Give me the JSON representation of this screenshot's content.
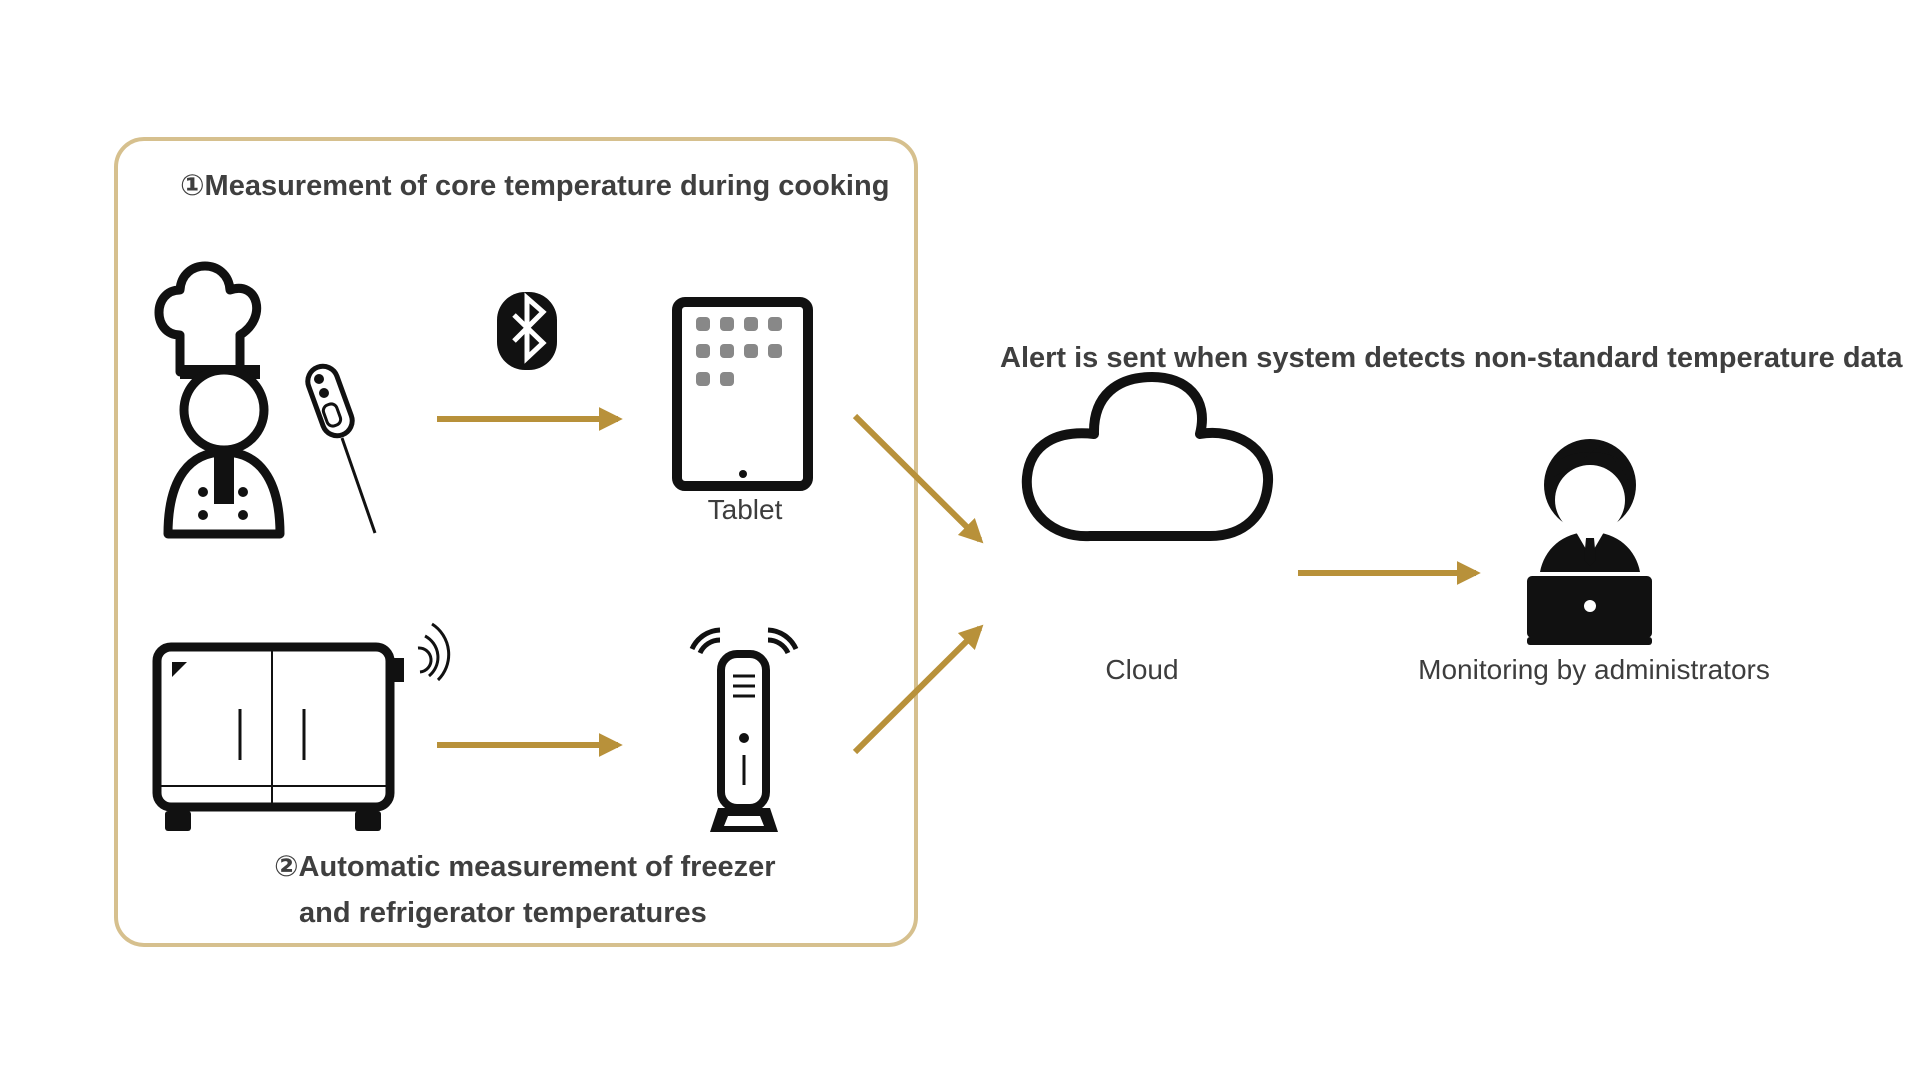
{
  "section_core": {
    "title": "①Measurement of core temperature during cooking"
  },
  "section_auto": {
    "title_line1": "②Automatic measurement of freezer",
    "title_line2": "and refrigerator temperatures"
  },
  "alert": {
    "text": "Alert is sent when system detects non-standard temperature data"
  },
  "nodes": {
    "tablet": "Tablet",
    "cloud": "Cloud",
    "admin": "Monitoring by administrators"
  },
  "colors": {
    "arrow": "#b8913a",
    "frame": "#d6c08e",
    "icon": "#111111",
    "heading_text": "#3f3f3f",
    "label_text": "#3d3d3d"
  },
  "icons": [
    "chef-icon",
    "thermometer-probe-icon",
    "bluetooth-icon",
    "tablet-icon",
    "refrigerator-icon",
    "wireless-signal-icon",
    "router-icon",
    "cloud-icon",
    "admin-laptop-icon"
  ]
}
